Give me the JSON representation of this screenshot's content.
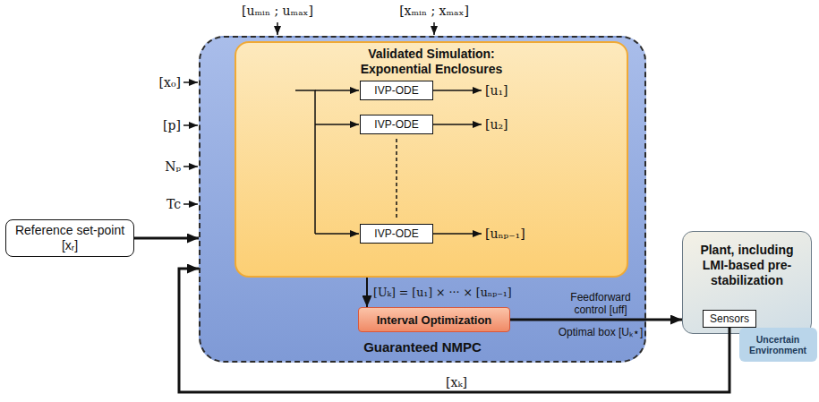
{
  "diagram": {
    "nodes": [
      {
        "text": [
          "Guaranteed NMPC"
        ]
      },
      {
        "text": [
          "Validated Simulation: Exponential Enclosures"
        ],
        "in": 0
      },
      {
        "text": [
          "IVP-ODE"
        ],
        "in": 1
      },
      {
        "text": [
          "IVP-ODE"
        ],
        "in": 1
      },
      {
        "text": [
          "IVP-ODE"
        ],
        "in": 1
      },
      {
        "text": [
          "Interval Optimization"
        ],
        "in": 0
      },
      {
        "text": [
          "Reference set-point [xᵣ]"
        ]
      },
      {
        "text": [
          "Plant, including LMI-based pre-stabilization"
        ]
      },
      {
        "text": [
          "Sensors"
        ],
        "in": 7
      }
    ],
    "edges": [
      {
        "from": 6,
        "to": 0,
        "arrow": "to"
      },
      {
        "from": 1,
        "to": 5,
        "arrow": "to",
        "label": "[Uₖ] = [u₁] × ··· × [uₙₚ₋₁]"
      },
      {
        "from": 5,
        "to": 7,
        "arrow": "to",
        "label": "Feedforward control [uff]"
      },
      {
        "from": 8,
        "to": 0,
        "arrow": "to",
        "label": "[xₖ]"
      }
    ],
    "labels": [
      "[uₘᵢₙ ; uₘₐₓ]",
      "[xₘᵢₙ ; xₘₐₓ]",
      "[x₀]",
      "[p]",
      "Nₚ",
      "Tc",
      "[u₁]",
      "[u₂]",
      "[uₙₚ₋₁]",
      "Optimal box [Uₖ⋆]",
      "Uncertain Environment"
    ]
  }
}
